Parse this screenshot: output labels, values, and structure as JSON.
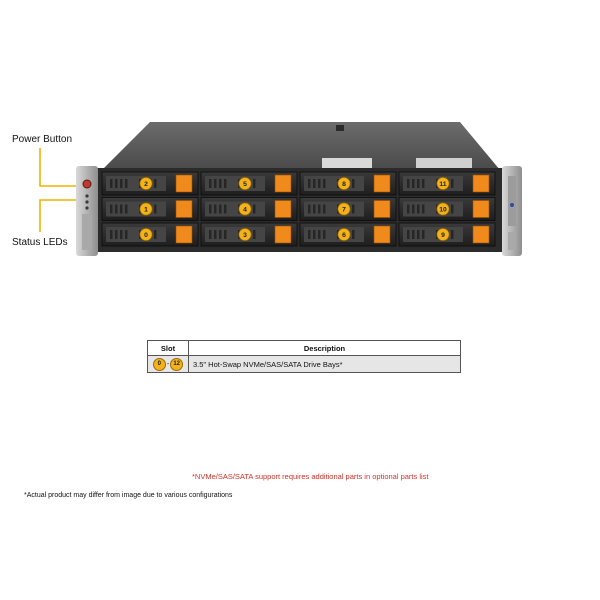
{
  "callouts": {
    "power_button": "Power Button",
    "status_leds": "Status LEDs"
  },
  "drive_bays": {
    "rows": [
      [
        "2",
        "5",
        "8",
        "11"
      ],
      [
        "1",
        "4",
        "7",
        "10"
      ],
      [
        "0",
        "3",
        "6",
        "9"
      ]
    ]
  },
  "table": {
    "headers": [
      "Slot",
      "Description"
    ],
    "slot_from": "0",
    "slot_dash": "-",
    "slot_to": "12",
    "description": "3.5\" Hot-Swap NVMe/SAS/SATA Drive Bays*"
  },
  "notes": {
    "support": "*NVMe/SAS/SATA support requires additional parts in optional parts list",
    "disclaimer": "*Actual product may differ from image due to various configurations"
  },
  "colors": {
    "bay_handle": "#f08a1c",
    "slot_badge": "#f3b21a",
    "callout_line": "#f0b400",
    "note_red": "#d0322a"
  }
}
